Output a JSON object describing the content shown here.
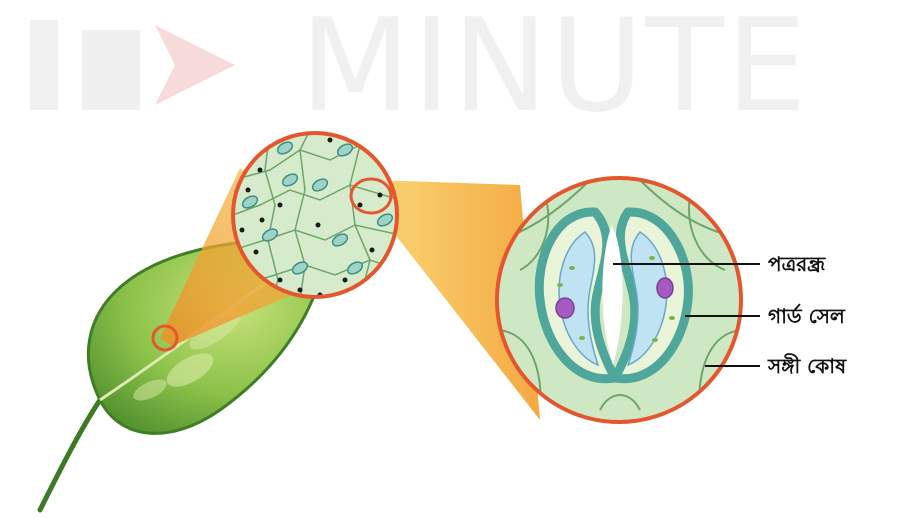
{
  "watermark": {
    "text": "MINUTE"
  },
  "labels": {
    "stoma": "পত্ররন্ধ্র",
    "guard_cell": "গার্ড সেল",
    "subsidiary_cell": "সঙ্গী কোষ"
  },
  "colors": {
    "leaf_dark": "#4f8f2a",
    "leaf_light": "#b7d96b",
    "magnify_frame": "#e4572e",
    "magnify_beam": "#f6b11a",
    "tissue": "#cfe8c4",
    "guard_cell_wall": "#5fb3a8",
    "vacuole": "#bfe3f2",
    "nucleus": "#a45ac0"
  }
}
